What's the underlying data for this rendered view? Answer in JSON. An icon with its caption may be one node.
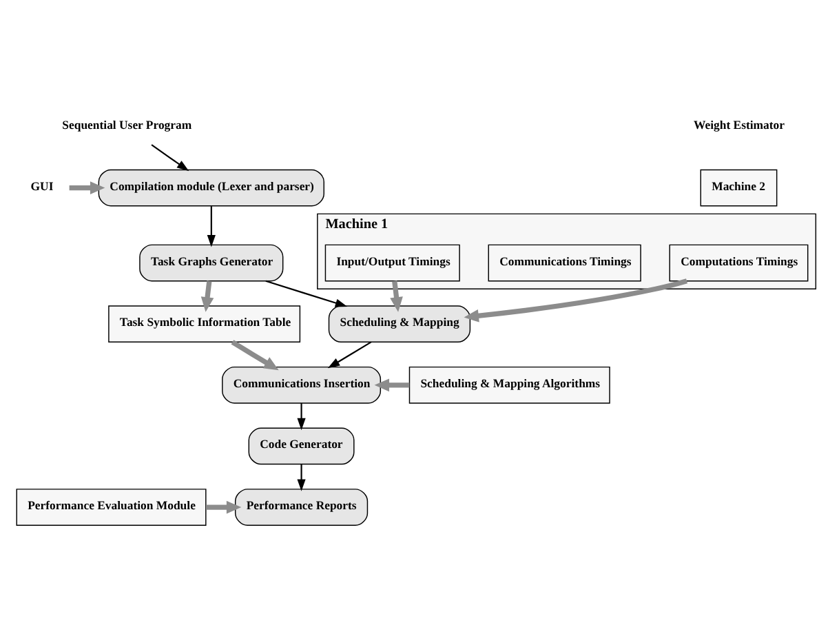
{
  "diagram": {
    "nodes": [
      {
        "text": [
          "Sequential User Program"
        ]
      },
      {
        "text": [
          "GUI"
        ]
      },
      {
        "text": [
          "Compilation module (Lexer and parser)"
        ]
      },
      {
        "text": [
          "Task Graphs Generator"
        ]
      },
      {
        "text": [
          "Task Symbolic Information Table"
        ]
      },
      {
        "text": [
          "Scheduling & Mapping"
        ]
      },
      {
        "text": [
          "Machine 2"
        ]
      },
      {
        "text": [
          "Machine 1"
        ]
      },
      {
        "text": [
          "Computations Timings"
        ],
        "in": 7
      },
      {
        "text": [
          "Communications Timings"
        ],
        "in": 7
      },
      {
        "text": [
          "Input/Output Timings"
        ],
        "in": 7
      },
      {
        "text": [
          "Communications Insertion"
        ]
      },
      {
        "text": [
          "Scheduling & Mapping Algorithms"
        ]
      },
      {
        "text": [
          "Code Generator"
        ]
      },
      {
        "text": [
          "Performance Evaluation Module"
        ]
      },
      {
        "text": [
          "Performance Reports"
        ]
      }
    ],
    "edges": [
      {
        "from": 0,
        "to": 2,
        "arrow": "to",
        "color": "#000000"
      },
      {
        "from": 1,
        "to": 2,
        "arrow": "to"
      },
      {
        "from": 2,
        "to": 3,
        "arrow": "to",
        "color": "#000000"
      },
      {
        "from": 3,
        "to": 4,
        "arrow": "to"
      },
      {
        "from": 3,
        "to": 5,
        "arrow": "to",
        "color": "#000000"
      },
      {
        "from": 8,
        "to": 5,
        "arrow": "to"
      },
      {
        "from": 10,
        "to": 5,
        "arrow": "to"
      },
      {
        "from": 5,
        "to": 11,
        "arrow": "to",
        "color": "#000000"
      },
      {
        "from": 4,
        "to": 11,
        "arrow": "to"
      },
      {
        "from": 12,
        "to": 11,
        "arrow": "to"
      },
      {
        "from": 11,
        "to": 13,
        "arrow": "to",
        "color": "#000000"
      },
      {
        "from": 13,
        "to": 15,
        "arrow": "to",
        "color": "#000000"
      },
      {
        "from": 14,
        "to": 15,
        "arrow": "to"
      }
    ],
    "labels": [
      "Weight Estimator"
    ]
  }
}
